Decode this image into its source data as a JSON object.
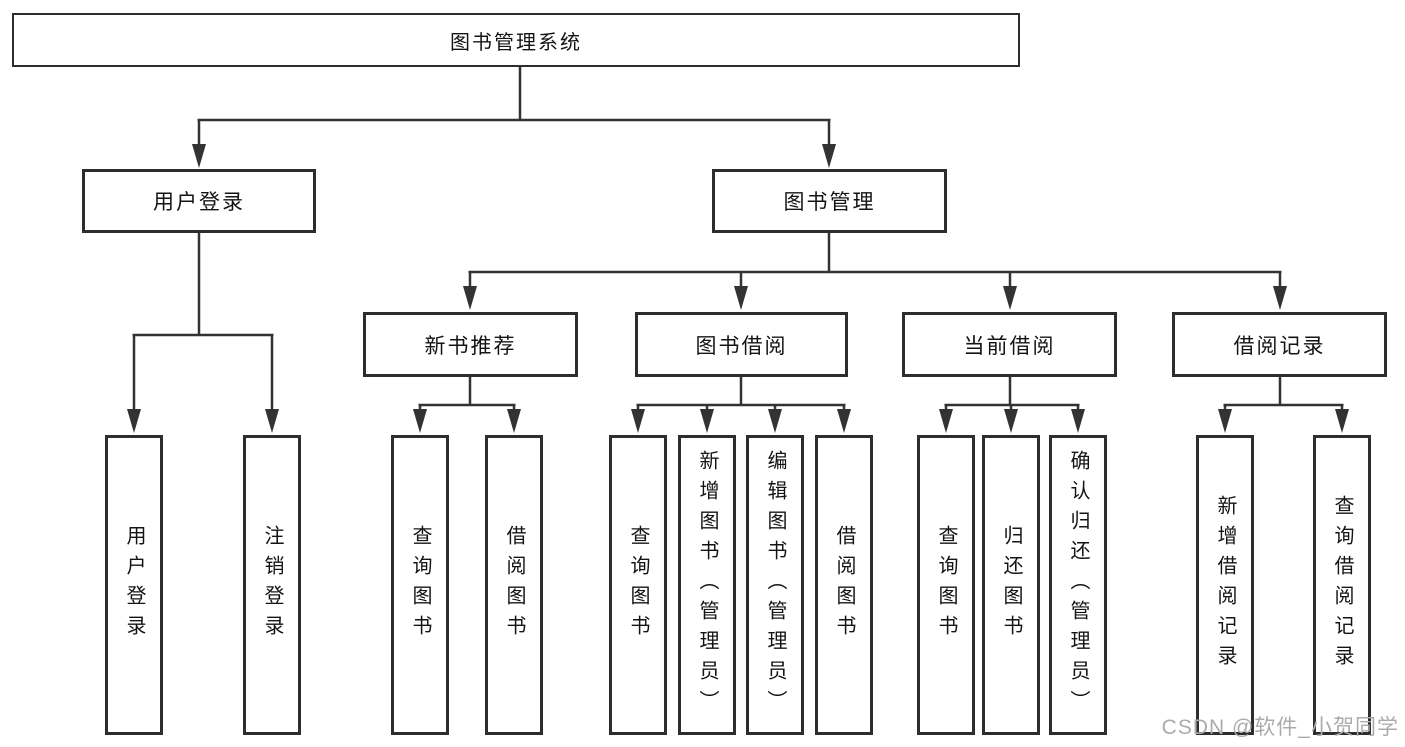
{
  "nodes": {
    "root": "图书管理系统",
    "user_login": "用户登录",
    "book_management": "图书管理",
    "new_book_recommend": "新书推荐",
    "book_borrowing": "图书借阅",
    "current_borrowing": "当前借阅",
    "borrowing_records": "借阅记录",
    "leaf_user_login": "用户登录",
    "leaf_logout": "注销登录",
    "leaf_nb_query_books": "查询图书",
    "leaf_nb_borrow_books": "借阅图书",
    "leaf_bb_query_books": "查询图书",
    "leaf_bb_add_books_admin": "新增图书（管理员）",
    "leaf_bb_edit_books_admin": "编辑图书（管理员）",
    "leaf_bb_borrow_books": "借阅图书",
    "leaf_cb_query_books": "查询图书",
    "leaf_cb_return_books": "归还图书",
    "leaf_cb_confirm_return_admin": "确认归还（管理员）",
    "leaf_br_add_record": "新增借阅记录",
    "leaf_br_query_record": "查询借阅记录"
  },
  "hierarchy": {
    "图书管理系统": [
      "用户登录",
      "图书管理"
    ],
    "用户登录": [
      "用户登录",
      "注销登录"
    ],
    "图书管理": [
      "新书推荐",
      "图书借阅",
      "当前借阅",
      "借阅记录"
    ],
    "新书推荐": [
      "查询图书",
      "借阅图书"
    ],
    "图书借阅": [
      "查询图书",
      "新增图书（管理员）",
      "编辑图书（管理员）",
      "借阅图书"
    ],
    "当前借阅": [
      "查询图书",
      "归还图书",
      "确认归还（管理员）"
    ],
    "借阅记录": [
      "新增借阅记录",
      "查询借阅记录"
    ]
  },
  "watermark": "CSDN @软件_小贺同学",
  "colors": {
    "line": "#333333",
    "box_border": "#2d2d2d",
    "text": "#141414",
    "watermark": "#ababab",
    "background": "#ffffff"
  }
}
